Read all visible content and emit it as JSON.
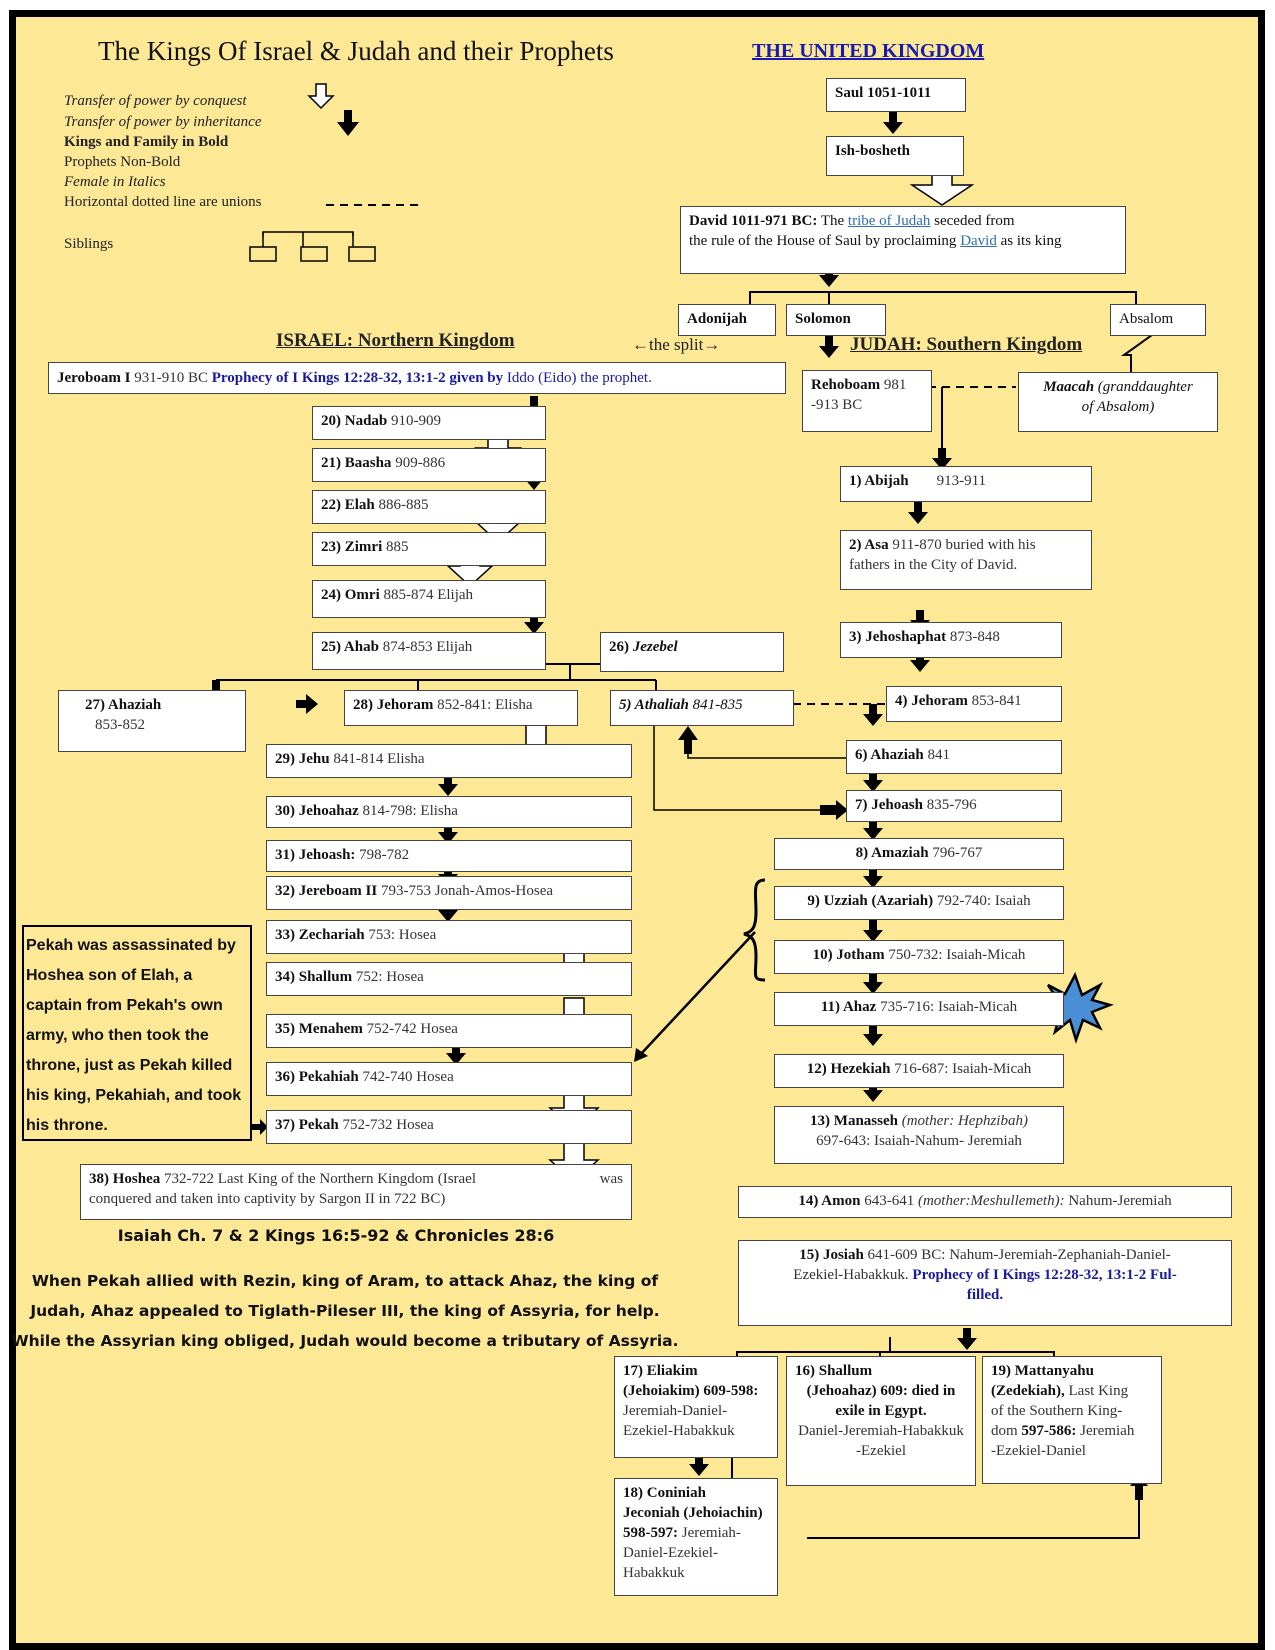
{
  "title": "The Kings Of Israel & Judah and their Prophets",
  "united_heading": "THE UNITED KINGDOM",
  "legend": {
    "conquest": "Transfer of power by conquest",
    "inheritance": "Transfer of power by inheritance",
    "kings_bold": "Kings and Family in Bold",
    "prophets": "Prophets Non-Bold",
    "female": "Female in Italics",
    "unions": "Horizontal dotted line are unions",
    "siblings": "Siblings",
    "conquest_icon": "hollow-arrow-down-icon",
    "inheritance_icon": "solid-arrow-down-icon"
  },
  "united": {
    "saul": "Saul 1051-1011",
    "ishbosheth": "Ish-bosheth",
    "david_name": "David 1011-971 BC:",
    "david_text1": " The ",
    "david_link1": "tribe of Judah",
    "david_text2": " seceded from",
    "david_text3": "the rule of the House of Saul by proclaiming ",
    "david_link2": "David",
    "david_text4": " as its king",
    "adonijah": "Adonijah",
    "solomon": "Solomon",
    "absalom": "Absalom"
  },
  "israel_heading": "ISRAEL: Northern Kingdom",
  "split_label": "←the split→",
  "judah_heading": "JUDAH: Southern Kingdom",
  "jeroboam": {
    "name": "Jeroboam I",
    "dates": " 931-910 BC ",
    "prophecy": "Prophecy of I Kings 12:28-32, 13:1-2 given by",
    "prophet": " Iddo (Eido) the prophet."
  },
  "israel": [
    {
      "name": "20) Nadab",
      "rest": " 910-909"
    },
    {
      "name": "21) Baasha",
      "rest": " 909-886"
    },
    {
      "name": "22) Elah",
      "rest": " 886-885"
    },
    {
      "name": "23) Zimri",
      "rest": " 885"
    },
    {
      "name": "24) Omri",
      "rest": " 885-874 Elijah"
    },
    {
      "name": "25) Ahab",
      "rest": " 874-853 Elijah"
    },
    {
      "name": "26)",
      "rest": " Jezebel"
    },
    {
      "name": "27) Ahaziah",
      "rest": "853-852"
    },
    {
      "name": "28) Jehoram",
      "rest": " 852-841: Elisha"
    },
    {
      "name": "5) Athaliah",
      "rest": " 841-835"
    },
    {
      "name": "29) Jehu",
      "rest": " 841-814 Elisha"
    },
    {
      "name": "30) Jehoahaz",
      "rest": " 814-798: Elisha"
    },
    {
      "name": "31) Jehoash:",
      "rest": " 798-782"
    },
    {
      "name": "32) Jereboam II",
      "rest": " 793-753 Jonah-Amos-Hosea"
    },
    {
      "name": "33) Zechariah",
      "rest": " 753: Hosea"
    },
    {
      "name": "34) Shallum",
      "rest": " 752: Hosea"
    },
    {
      "name": "35) Menahem",
      "rest": " 752-742 Hosea"
    },
    {
      "name": "36) Pekahiah",
      "rest": " 742-740 Hosea"
    },
    {
      "name": "37) Pekah",
      "rest": " 752-732 Hosea"
    },
    {
      "name": "38) Hoshea",
      "rest": " 732-722 Last King of the Northern Kingdom (Israel",
      "was": "was",
      "line2": "conquered and taken into captivity by Sargon II in 722 BC)"
    }
  ],
  "judah": [
    {
      "name": "Rehoboam",
      "rest": " 981",
      "line2": "-913 BC"
    },
    {
      "name": "Maacah",
      "rest": " (granddaughter",
      "line2": "of Absalom)"
    },
    {
      "name": "1) Abijah",
      "rest": "913-911"
    },
    {
      "name": "2) Asa",
      "rest": " 911-870 buried with his",
      "line2": "fathers in the City of David."
    },
    {
      "name": "3) Jehoshaphat",
      "rest": " 873-848"
    },
    {
      "name": "4) Jehoram",
      "rest": " 853-841"
    },
    {
      "name": "6) Ahaziah",
      "rest": " 841"
    },
    {
      "name": "7) Jehoash",
      "rest": " 835-796"
    },
    {
      "name": "8) Amaziah",
      "rest": " 796-767"
    },
    {
      "name": "9) Uzziah (Azariah)",
      "rest": "  792-740: Isaiah"
    },
    {
      "name": "10) Jotham",
      "rest": " 750-732: Isaiah-Micah"
    },
    {
      "name": "11) Ahaz",
      "rest": " 735-716: Isaiah-Micah"
    },
    {
      "name": "12) Hezekiah",
      "rest": " 716-687: Isaiah-Micah"
    },
    {
      "name": "13) Manasseh",
      "mother": " (mother: Hephzibah)",
      "line2": "697-643: Isaiah-Nahum- Jeremiah"
    },
    {
      "name": "14) Amon",
      "rest": " 643-641 ",
      "mother": "(mother:Meshullemeth):",
      "rest2": " Nahum-Jeremiah"
    },
    {
      "name": "15) Josiah",
      "rest": " 641-609 BC: Nahum-Jeremiah-Zephaniah-Daniel-",
      "line2": "Ezekiel-Habakkuk. ",
      "prophecy": "Prophecy of I Kings 12:28-32, 13:1-2 Ful-",
      "prophecy2": "filled."
    },
    {
      "name": "17) Eliakim",
      "line2": "(Jehoiakim) 609-598:",
      "line3": "Jeremiah-Daniel-",
      "line4": "Ezekiel-Habakkuk"
    },
    {
      "name": "16) Shallum",
      "line2": "(Jehoahaz) 609:  died in",
      "line3": "exile in Egypt.",
      "line4": "Daniel-Jeremiah-Habakkuk",
      "line5": "-Ezekiel"
    },
    {
      "name": "19) Mattanyahu",
      "line2": "(Zedekiah),",
      "line2b": " Last King",
      "line3": "of the Southern King-",
      "line4a": "dom ",
      "line4b": "597-586:",
      "line4c": " Jeremiah",
      "line5": "-Ezekiel-Daniel"
    },
    {
      "name": "18) Coniniah",
      "line2": "Jeconiah (Jehoiachin)",
      "line3a": "598-597:",
      "line3b": " Jeremiah-",
      "line4": "Daniel-Ezekiel-",
      "line5": "Habakkuk"
    }
  ],
  "pekah_note": "Pekah was assassinated by Hoshea son of Elah, a captain from Pekah's own army, who then took the throne, just as Pekah killed his king, Pekahiah, and took his throne.",
  "reference": "Isaiah Ch. 7 & 2 Kings 16:5-92 & Chronicles 28:6",
  "bottom_note": [
    "When Pekah allied with Rezin, king of Aram, to attack Ahaz, the king of",
    "Judah, Ahaz appealed to Tiglath-Pileser III, the king of Assyria, for help.",
    "While the Assyrian king obliged, Judah would become a tributary of Assyria."
  ],
  "colors": {
    "background": "#fde896",
    "heading_blue": "#1a1ab0",
    "link_blue": "#2d6db5",
    "star_blue": "#4a8fd6"
  }
}
